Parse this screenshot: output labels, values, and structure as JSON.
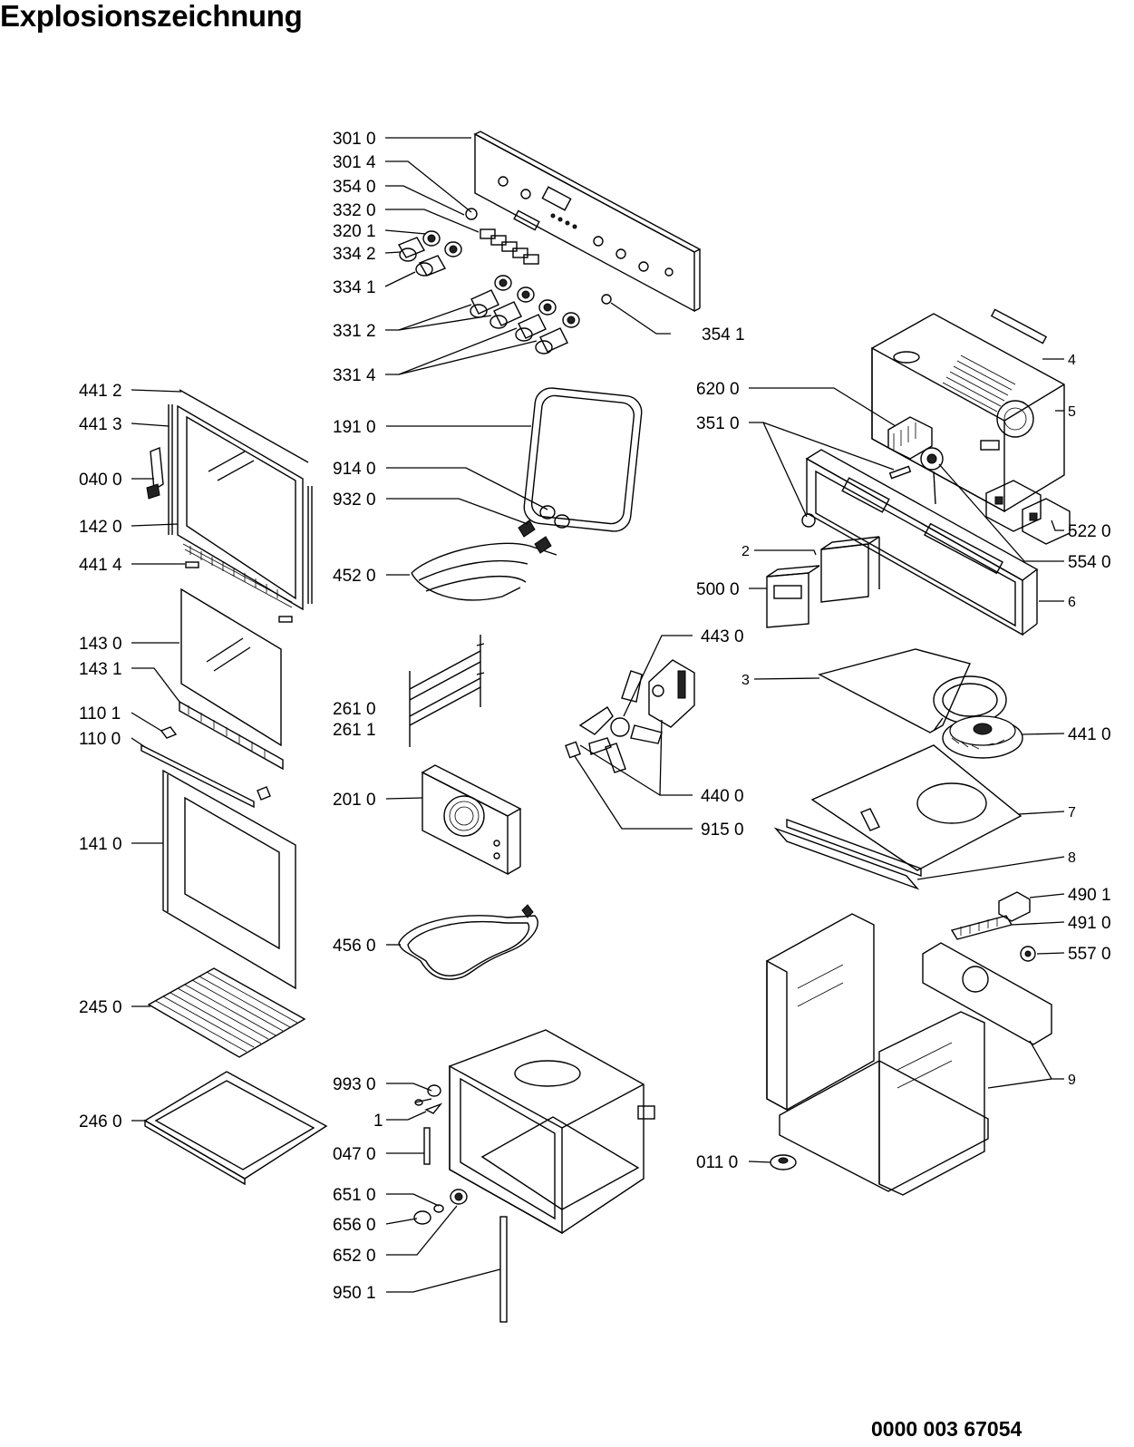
{
  "title": "Explosionszeichnung",
  "document_number": "0000 003 67054",
  "labels": {
    "l3010": "301 0",
    "l3014": "301 4",
    "l3540": "354 0",
    "l3320": "332 0",
    "l3201": "320 1",
    "l3342": "334 2",
    "l3341": "334 1",
    "l3312": "331 2",
    "l3314": "331 4",
    "l3541": "354 1",
    "l4412": "441 2",
    "l4413": "441 3",
    "l0400": "040 0",
    "l1420": "142 0",
    "l4414": "441 4",
    "l1430": "143 0",
    "l1431": "143 1",
    "l1101": "110 1",
    "l1100": "110 0",
    "l1410": "141 0",
    "l2450": "245 0",
    "l2460": "246 0",
    "l1910": "191 0",
    "l9140": "914 0",
    "l9320": "932 0",
    "l4520": "452 0",
    "l2610": "261 0",
    "l2611": "261 1",
    "l2010": "201 0",
    "l4560": "456 0",
    "l9930": "993 0",
    "l1": "1",
    "l0470": "047 0",
    "l6510": "651 0",
    "l6560": "656 0",
    "l6520": "652 0",
    "l9501": "950 1",
    "l6200": "620 0",
    "l3510": "351 0",
    "l2": "2",
    "l5000": "500 0",
    "l4430": "443 0",
    "l4400": "440 0",
    "l9150": "915 0",
    "l3": "3",
    "l4": "4",
    "l5": "5",
    "l5220": "522 0",
    "l5540": "554 0",
    "l6": "6",
    "l4410": "441 0",
    "l7": "7",
    "l8": "8",
    "l4901": "490 1",
    "l4910": "491 0",
    "l5570": "557 0",
    "l9": "9",
    "l0110": "011 0"
  }
}
